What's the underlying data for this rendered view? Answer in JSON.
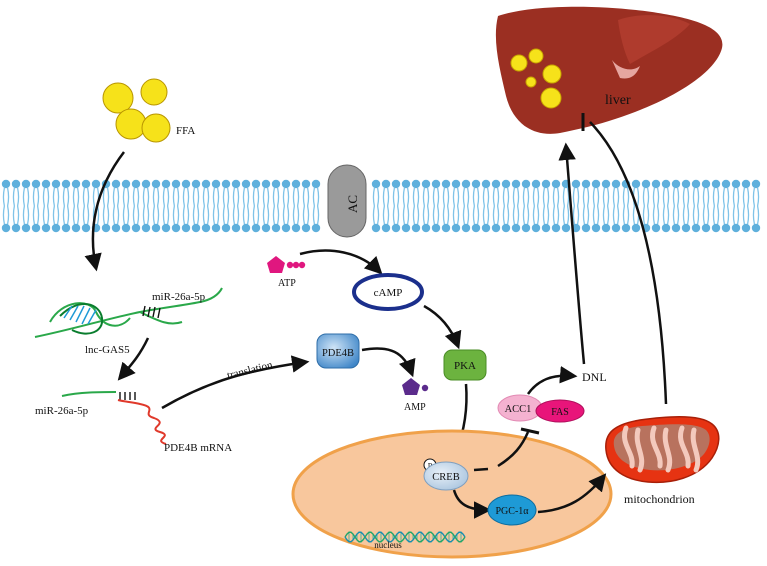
{
  "labels": {
    "ffa": "FFA",
    "liver": "liver",
    "ac": "AC",
    "atp": "ATP",
    "camp": "cAMP",
    "mir_top": "miR-26a-5p",
    "lnc": "lnc-GAS5",
    "mir_bottom": "miR-26a-5p",
    "translation": "translation",
    "pde4b": "PDE4B",
    "pka": "PKA",
    "amp": "AMP",
    "pde4b_mrna": "PDE4B mRNA",
    "dnl": "DNL",
    "acc1": "ACC1",
    "fas": "FAS",
    "p": "P",
    "creb": "CREB",
    "pgc": "PGC-1α",
    "nucleus": "nucleus",
    "mitochondrion": "mitochondrion"
  },
  "colors": {
    "membrane_head": "#5fb0dc",
    "membrane_tail": "#7fc3e8",
    "liver": "#9b2f22",
    "liver_light": "#e6a6a0",
    "fat_droplet": "#f6e21a",
    "ac": "#9a9a9a",
    "atp": "#e0177f",
    "camp_ring": "#1b2f8c",
    "pde4b": "#3f86c8",
    "pka": "#6cb33f",
    "amp": "#5b2b8c",
    "nucleus_fill": "#f8c79d",
    "nucleus_edge": "#f0a14a",
    "creb": "#a9c4de",
    "pgc": "#1e9ad6",
    "acc1": "#f4b2d0",
    "fas": "#e8157a",
    "mito_outer": "#e63312",
    "rna_green": "#2aa84a",
    "rna_red": "#e0392b"
  },
  "icons": [
    "fat-droplet-icon",
    "liver-icon",
    "membrane-bilayer",
    "dna-helix-icon",
    "mitochondrion-icon"
  ]
}
